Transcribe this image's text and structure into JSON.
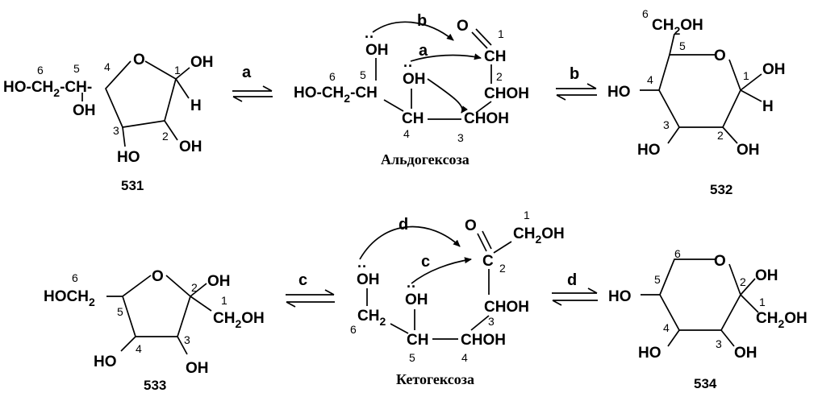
{
  "top": {
    "s531": {
      "label": "531",
      "ring_o": "O",
      "c1_oh": "OH",
      "c1_h": "H",
      "c2_oh": "OH",
      "c3_oh": "HO",
      "chain": "HO-CH",
      "chain_sub": "2",
      "chain_ch": "-CH-",
      "chain_oh": "OH",
      "n1": "1",
      "n2": "2",
      "n3": "3",
      "n4": "4",
      "n5": "5",
      "n6": "6"
    },
    "arrow_a": "a",
    "aldo": {
      "caption": "Альдогексоза",
      "o": "O",
      "c1": "CH",
      "c2": "CHOH",
      "c3": "CHOH",
      "c4": "CH",
      "c5": "-CH",
      "c6": "HO-CH",
      "c6_sub": "2",
      "oh5": "OH",
      "oh4": "OH",
      "lp": "··",
      "path_a": "a",
      "path_b": "b",
      "n1": "1",
      "n2": "2",
      "n3": "3",
      "n4": "4",
      "n5": "5",
      "n6": "6"
    },
    "arrow_b": "b",
    "s532": {
      "label": "532",
      "ring_o": "O",
      "c6": "CH",
      "c6_sub": "2",
      "c6_oh": "OH",
      "c1_oh": "OH",
      "c1_h": "H",
      "c2_oh": "OH",
      "c3_oh": "HO",
      "c4_oh": "HO",
      "n1": "1",
      "n2": "2",
      "n3": "3",
      "n4": "4",
      "n5": "5",
      "n6": "6"
    }
  },
  "bottom": {
    "s533": {
      "label": "533",
      "ring_o": "O",
      "c6": "HOCH",
      "c6_sub": "2",
      "c2_oh": "OH",
      "c1": "CH",
      "c1_sub": "2",
      "c1_oh": "OH",
      "c4_oh": "HO",
      "c3_oh": "OH",
      "n1": "1",
      "n2": "2",
      "n3": "3",
      "n4": "4",
      "n5": "5",
      "n6": "6"
    },
    "arrow_c": "c",
    "keto": {
      "caption": "Кетогексоза",
      "o": "O",
      "c2": "C",
      "c1": "CH",
      "c1_sub": "2",
      "c1_oh": "OH",
      "c3": "CHOH",
      "c4": "CHOH",
      "c5": "CH",
      "c6": "CH",
      "c6_sub": "2",
      "oh6": "OH",
      "oh5": "OH",
      "lp": "··",
      "path_c": "c",
      "path_d": "d",
      "n1": "1",
      "n2": "2",
      "n3": "3",
      "n4": "4",
      "n5": "5",
      "n6": "6"
    },
    "arrow_d": "d",
    "s534": {
      "label": "534",
      "ring_o": "O",
      "c2_oh": "OH",
      "c1": "CH",
      "c1_sub": "2",
      "c1_oh": "OH",
      "c3_oh": "OH",
      "c4_oh": "HO",
      "c5_oh": "HO",
      "n1": "1",
      "n2": "2",
      "n3": "3",
      "n4": "4",
      "n5": "5",
      "n6": "6"
    }
  }
}
